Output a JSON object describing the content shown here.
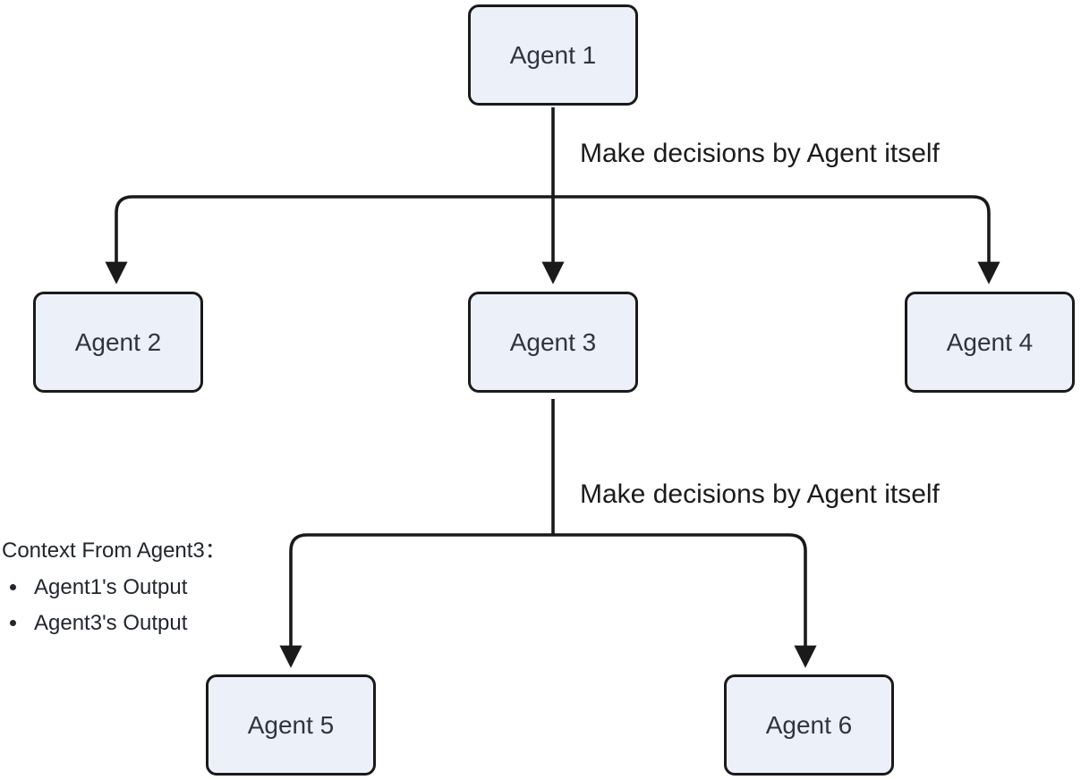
{
  "diagram": {
    "type": "flowchart-tree",
    "nodes": [
      {
        "id": "agent1",
        "label": "Agent 1"
      },
      {
        "id": "agent2",
        "label": "Agent 2"
      },
      {
        "id": "agent3",
        "label": "Agent 3"
      },
      {
        "id": "agent4",
        "label": "Agent 4"
      },
      {
        "id": "agent5",
        "label": "Agent 5"
      },
      {
        "id": "agent6",
        "label": "Agent 6"
      }
    ],
    "edges": [
      {
        "from": "agent1",
        "to": "agent2"
      },
      {
        "from": "agent1",
        "to": "agent3"
      },
      {
        "from": "agent1",
        "to": "agent4"
      },
      {
        "from": "agent3",
        "to": "agent5"
      },
      {
        "from": "agent3",
        "to": "agent6"
      }
    ],
    "edge_labels": [
      {
        "text": "Make decisions by Agent itself"
      },
      {
        "text": "Make decisions by Agent itself"
      }
    ],
    "note": {
      "title": "Context From Agent3：",
      "items": [
        "Agent1's Output",
        "Agent3's Output"
      ]
    },
    "colors": {
      "background": "#FFFFFF",
      "node_fill": "#ECF0F9",
      "node_border": "#1A1A1A",
      "edge_stroke": "#1A1A1A",
      "node_text": "#2F3540",
      "label_text": "#1B1B1B"
    }
  }
}
